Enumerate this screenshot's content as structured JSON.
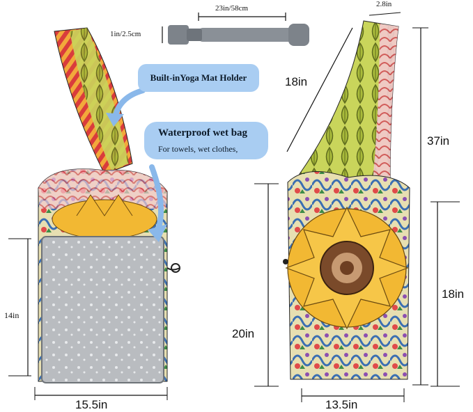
{
  "strap_dimension": {
    "length": "23in/58cm",
    "width": "1in/2.5cm"
  },
  "left_bag": {
    "callouts": {
      "mat_holder": "Built-inYoga Mat Holder",
      "wet_bag_title": "Waterproof wet bag",
      "wet_bag_desc": "For towels, wet clothes,"
    },
    "labels": {
      "height": "14in",
      "width": "15.5in"
    }
  },
  "right_bag": {
    "labels": {
      "strap_width": "2.8in",
      "strap_length": "18in",
      "total_height": "37in",
      "body_height_left": "20in",
      "body_height_right": "18in",
      "bottom_width": "13.5in"
    }
  },
  "colors": {
    "callout_bg": "#a9cdf2",
    "arrow": "#8ab8ea",
    "buckle": "#8a9097",
    "sunflower": "#f2b833",
    "wet_bag": "#b9bcc0"
  }
}
